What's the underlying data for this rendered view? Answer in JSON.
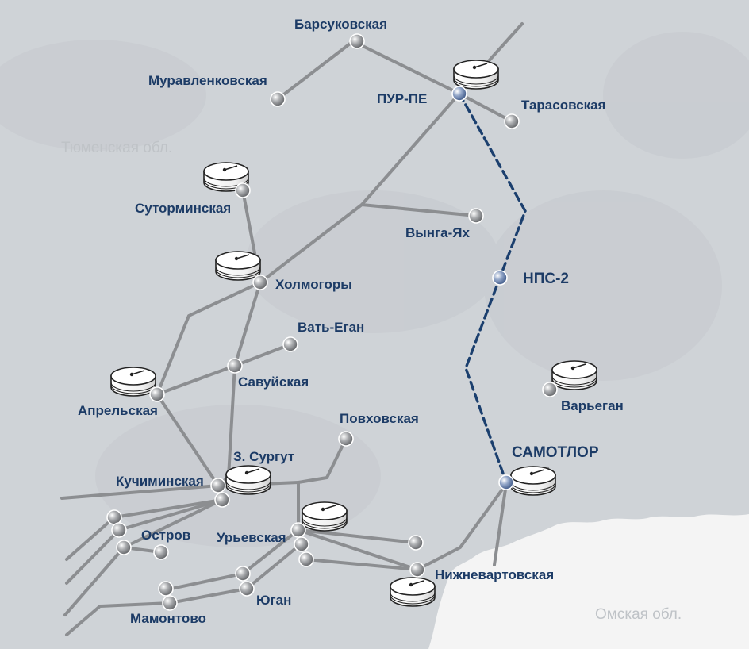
{
  "regions": {
    "tyumen": "Тюменская обл.",
    "omsk": "Омская обл."
  },
  "labels": {
    "barsukovskaya": "Барсуковская",
    "muravlenkovskaya": "Муравленковская",
    "pur_pe": "ПУР-ПЕ",
    "tarasovskaya": "Тарасовская",
    "sutorminskaya": "Суторминская",
    "vynga_yakh": "Вынга-Ях",
    "kholmogory": "Холмогоры",
    "nps2": "НПС-2",
    "vat_egan": "Вать-Еган",
    "savuyskaya": "Савуйская",
    "aprelskaya": "Апрельская",
    "varyegan": "Варьеган",
    "povkhovskaya": "Повховская",
    "z_surgut": "З. Сургут",
    "samotlor": "САМОТЛОР",
    "kuchiminskaya": "Кучиминская",
    "ostrov": "Остров",
    "uryevskaya": "Урьевская",
    "nizhnevartovskaya": "Нижневартовская",
    "yugan": "Юган",
    "mamontovo": "Мамонтово"
  },
  "colors": {
    "background": "#f4f4f4",
    "land_tyumen": "#cfd3d7",
    "pipeline": "#8c8e91",
    "new_pipeline_dashed": "#1b3f6e",
    "label": "#1c3b66",
    "region_label": "#bfc3c7",
    "station_dot": "#8a8c8f",
    "new_station_dot": "#6a80a8"
  },
  "icons": {
    "tank": "storage-tank-icon",
    "station": "pump-station-dot-icon"
  }
}
